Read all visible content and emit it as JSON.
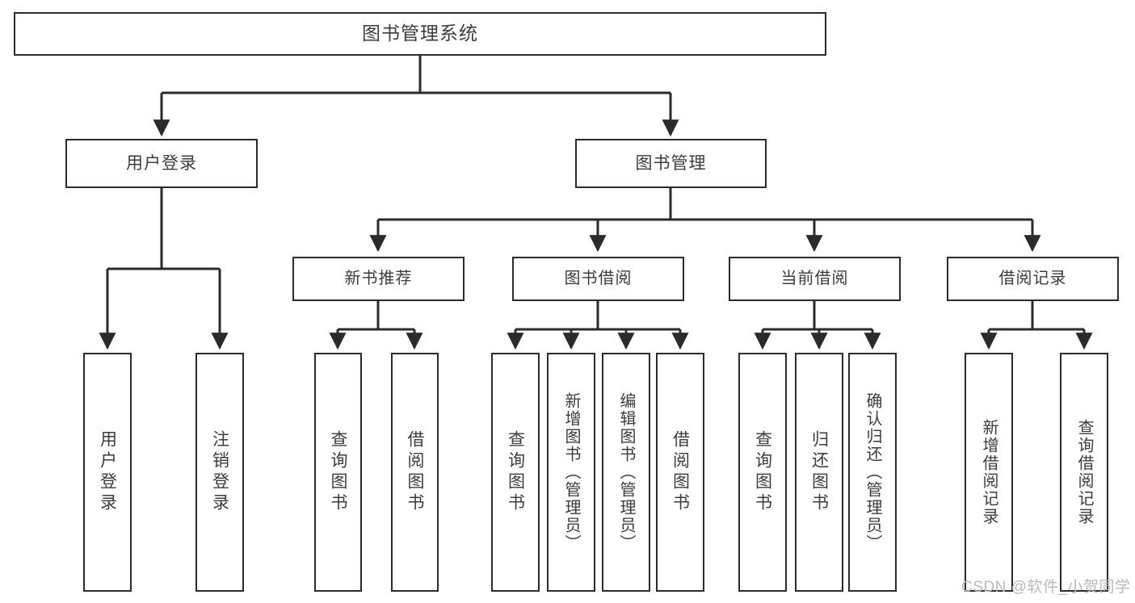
{
  "diagram": {
    "title": "图书管理系统",
    "type": "功能结构图",
    "colors": {
      "box_border": "#2b2b2b",
      "box_fill": "#ffffff",
      "edge": "#2b2b2b",
      "text": "#3c3c3c",
      "watermark": "#b9b9b9",
      "background": "#ffffff"
    },
    "watermark": "CSDN @软件_小贺同学",
    "root": {
      "label": "图书管理系统"
    },
    "level1": [
      {
        "label": "用户登录"
      },
      {
        "label": "图书管理"
      }
    ],
    "level2": [
      {
        "label": "新书推荐",
        "parent": "图书管理"
      },
      {
        "label": "图书借阅",
        "parent": "图书管理"
      },
      {
        "label": "当前借阅",
        "parent": "图书管理"
      },
      {
        "label": "借阅记录",
        "parent": "图书管理"
      }
    ],
    "leaves": [
      {
        "label": "用户登录",
        "parent": "用户登录"
      },
      {
        "label": "注销登录",
        "parent": "用户登录"
      },
      {
        "label": "查询图书",
        "parent": "新书推荐"
      },
      {
        "label": "借阅图书",
        "parent": "新书推荐"
      },
      {
        "label": "查询图书",
        "parent": "图书借阅"
      },
      {
        "label": "新增图书（管理员）",
        "parent": "图书借阅"
      },
      {
        "label": "编辑图书（管理员）",
        "parent": "图书借阅"
      },
      {
        "label": "借阅图书",
        "parent": "图书借阅"
      },
      {
        "label": "查询图书",
        "parent": "当前借阅"
      },
      {
        "label": "归还图书",
        "parent": "当前借阅"
      },
      {
        "label": "确认归还（管理员）",
        "parent": "当前借阅"
      },
      {
        "label": "新增借阅记录",
        "parent": "借阅记录"
      },
      {
        "label": "查询借阅记录",
        "parent": "借阅记录"
      }
    ]
  }
}
